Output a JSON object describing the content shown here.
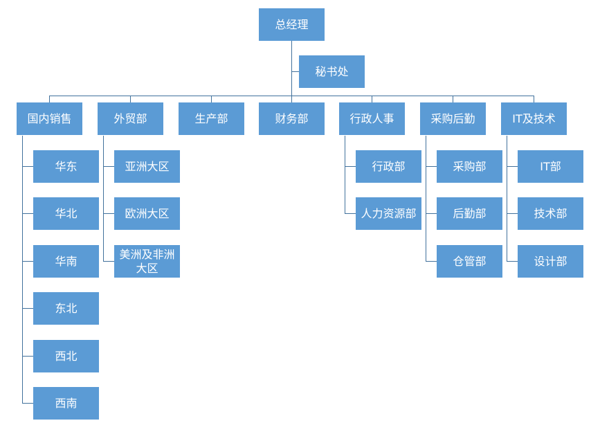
{
  "ceo": "总经理",
  "secretary": "秘书处",
  "departments": [
    {
      "label": "国内销售",
      "children": [
        "华东",
        "华北",
        "华南",
        "东北",
        "西北",
        "西南"
      ]
    },
    {
      "label": "外贸部",
      "children": [
        "亚洲大区",
        "欧洲大区",
        "美洲及非洲大区"
      ]
    },
    {
      "label": "生产部",
      "children": []
    },
    {
      "label": "财务部",
      "children": []
    },
    {
      "label": "行政人事",
      "children": [
        "行政部",
        "人力资源部"
      ]
    },
    {
      "label": "采购后勤",
      "children": [
        "采购部",
        "后勤部",
        "仓管部"
      ]
    },
    {
      "label": "IT及技术",
      "children": [
        "IT部",
        "技术部",
        "设计部"
      ]
    }
  ],
  "colors": {
    "box": "#5b9bd5",
    "line": "#41719c"
  }
}
